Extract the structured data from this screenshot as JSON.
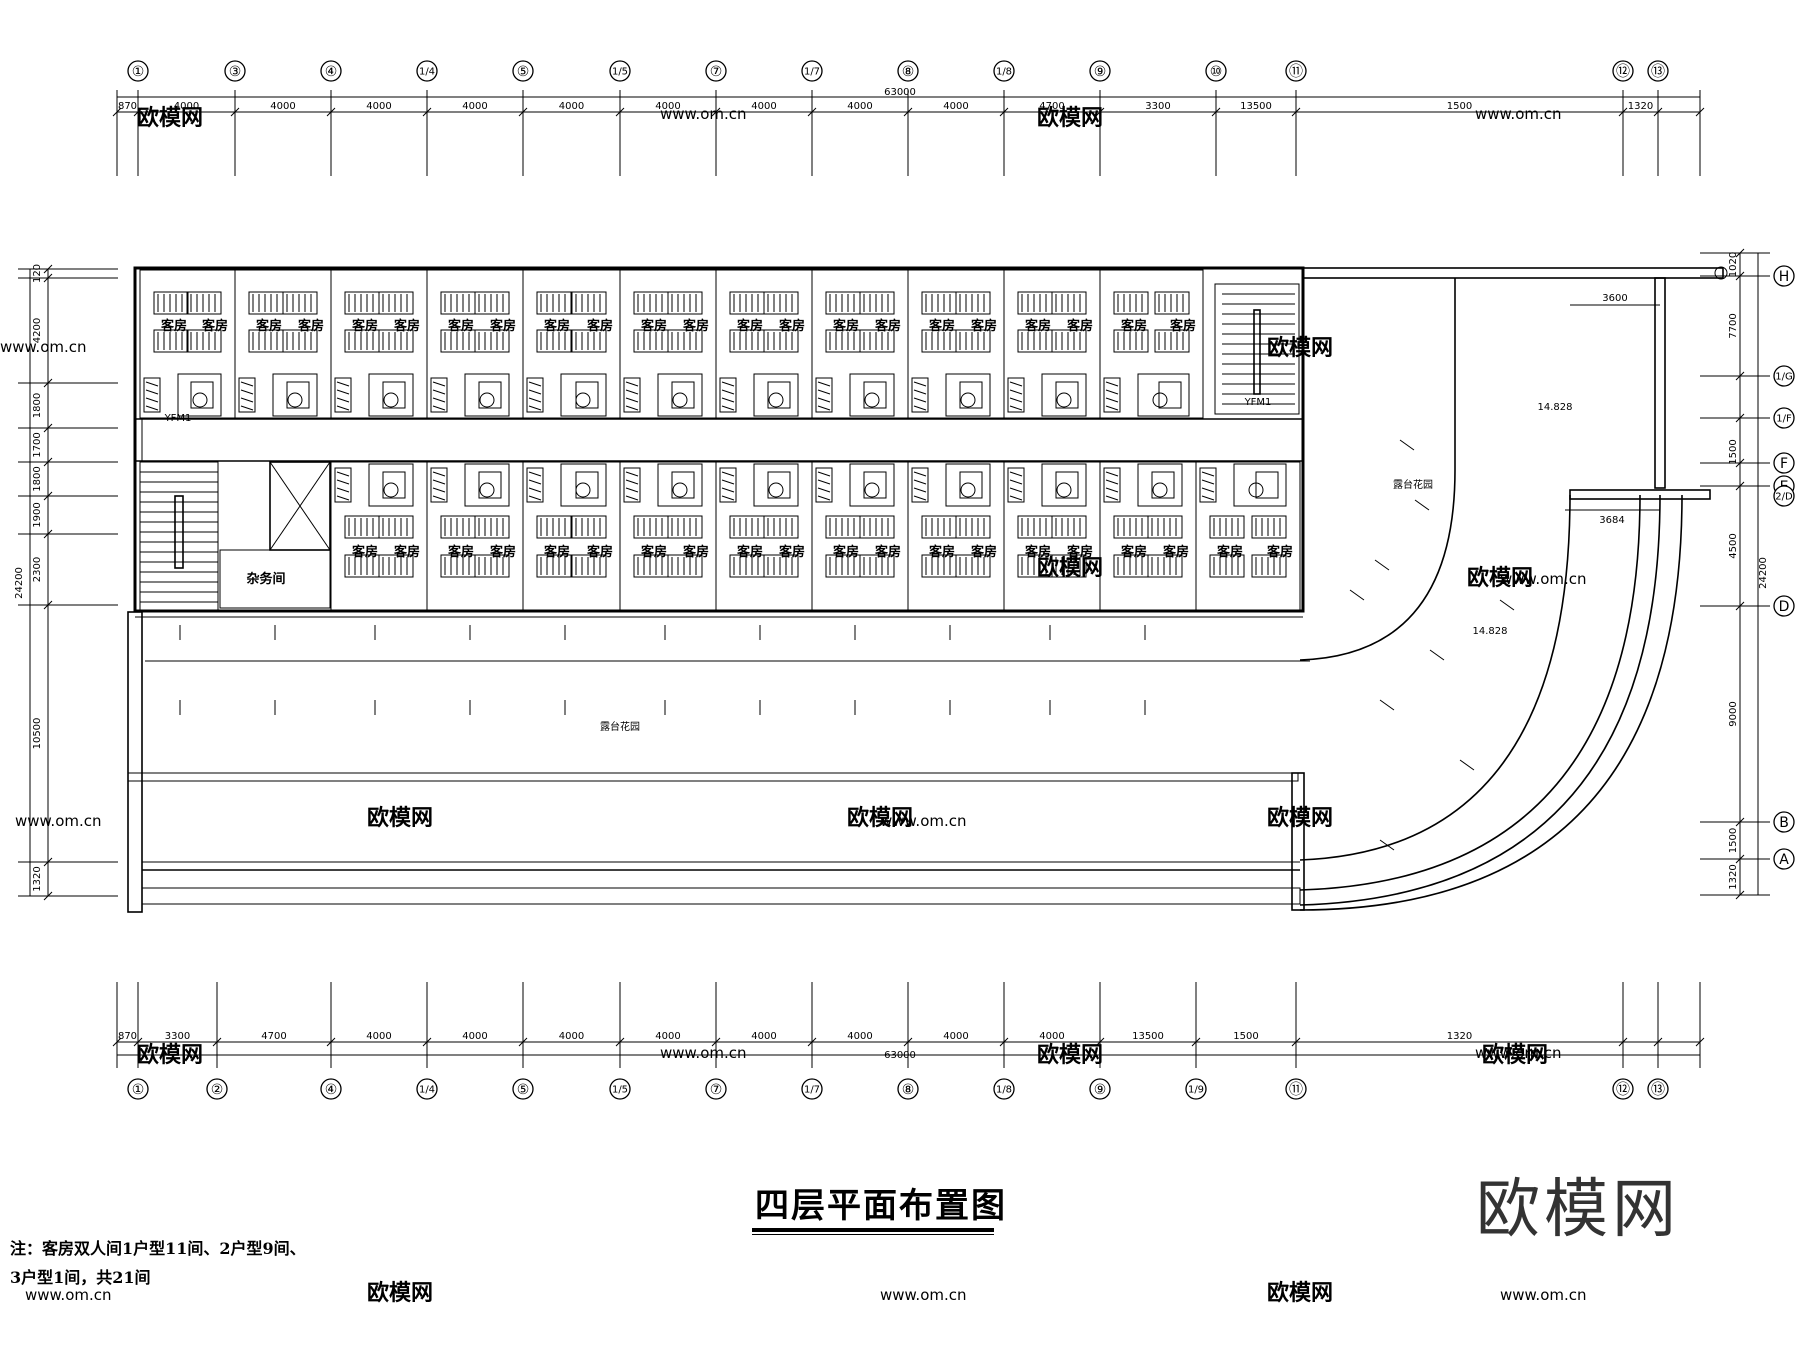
{
  "drawing": {
    "title": "四层平面布置图",
    "note_line1": "注：客房双人间1户型11间、2户型9间、",
    "note_line2": "3户型1间，共21间",
    "logo": "欧模网",
    "watermark": "欧模网",
    "watermark_url": "www.om.cn",
    "watermark_url_cut": "om.cn"
  },
  "axes": {
    "top": [
      "①",
      "③",
      "④",
      "1/4",
      "⑤",
      "1/5",
      "⑦",
      "1/7",
      "⑧",
      "1/8",
      "⑨",
      "⑩",
      "⑪",
      "⑫",
      "⑬"
    ],
    "bottom": [
      "①",
      "②",
      "④",
      "1/4",
      "⑤",
      "1/5",
      "⑦",
      "1/7",
      "⑧",
      "1/8",
      "⑨",
      "1/9",
      "⑪",
      "⑫",
      "⑬"
    ],
    "right": [
      "H",
      "1/G",
      "1/F",
      "F",
      "E",
      "2/D",
      "D",
      "B",
      "A"
    ]
  },
  "dimensions": {
    "top_total": "63000",
    "top": [
      "870",
      "4000",
      "4000",
      "4000",
      "4000",
      "4000",
      "4000",
      "4000",
      "4000",
      "4000",
      "4700",
      "3300",
      "13500",
      "1500",
      "1320"
    ],
    "bottom_total": "63000",
    "bottom": [
      "870",
      "3300",
      "4700",
      "4000",
      "4000",
      "4000",
      "4000",
      "4000",
      "4000",
      "4000",
      "4000",
      "13500",
      "1500",
      "1320"
    ],
    "left": [
      "120",
      "4200",
      "1800",
      "1700",
      "1800",
      "1900",
      "2300",
      "10500",
      "1320"
    ],
    "left_total": "24200",
    "right": [
      "1020",
      "7700",
      "1500",
      "4500",
      "9000",
      "1500",
      "1320"
    ],
    "right_total": "24200",
    "balcony_top": "3600",
    "balcony_bottom": "3684",
    "elevation_a": "14.828",
    "elevation_b": "14.828"
  },
  "labels": {
    "guest_room": "客房",
    "utility_room": "杂务间",
    "terrace": "露台花园",
    "door_code": "YFM1"
  }
}
